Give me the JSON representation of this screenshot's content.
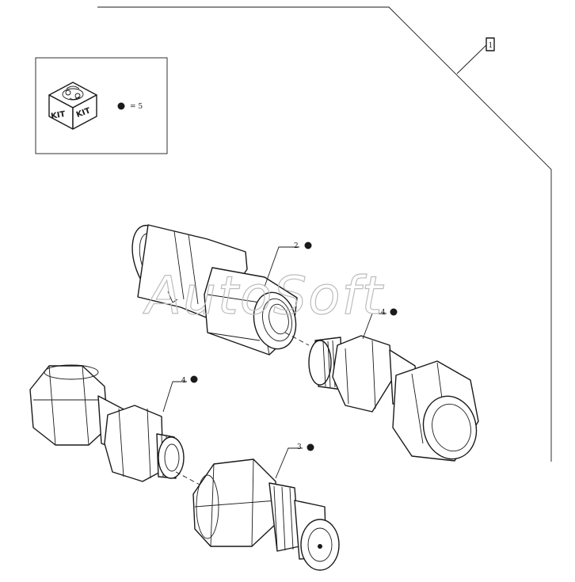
{
  "callouts": {
    "frame_ref": "1",
    "item2": "2",
    "item3": "3",
    "item4_upper": "4",
    "item4_lower": "4"
  },
  "legend": {
    "kit_left": "KIT",
    "kit_right": "KIT",
    "equation": "= 5"
  },
  "watermark": "AutoSoft"
}
